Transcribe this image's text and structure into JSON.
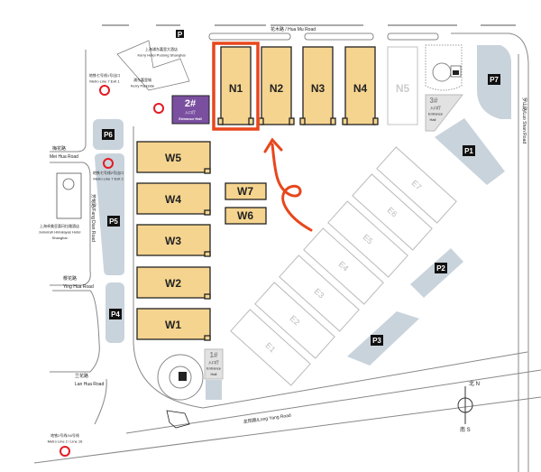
{
  "roads": {
    "hua_mu": "花木路 / Hua Mu Road",
    "mei_hua_cn": "梅花路",
    "mei_hua": "Mei Hua Road",
    "fang_dian": "芳甸路/Fang Dian Road",
    "ying_hua_cn": "樱花路",
    "ying_hua": "Ying Hua Road",
    "lan_hua_cn": "兰花路",
    "lan_hua": "Lan Hua Road",
    "long_yang": "龙阳路/Long Yang Road",
    "luo_shan": "罗山路/Luo Shan Road"
  },
  "landmarks": {
    "kerry_hotel_cn": "上海浦东嘉里大酒店",
    "kerry_hotel": "Kerry Hotel Pudong Shanghai",
    "kerry_parkside_cn": "浦东嘉里城",
    "kerry_parkside": "Kerry Parkside",
    "jumeirah_cn": "上海卓美亚喜玛拉雅酒店",
    "jumeirah": "Jumeirah Himalayas Hotel",
    "jumeirah2": "Shanghai"
  },
  "metro": {
    "exit1_cn": "地铁七号线1号出口",
    "exit1": "Metro Line 7 Exit 1",
    "exit2_cn": "地铁七号线2号出口",
    "exit2": "Metro Line 7 Exit 2",
    "line2_cn": "地铁2号线/16号线",
    "line2": "Metro Line 2 / Line 16"
  },
  "entrances": [
    {
      "num": "1#",
      "cn": "入口厅",
      "en1": "Entrance",
      "en2": "Hall"
    },
    {
      "num": "2#",
      "cn": "入口厅",
      "en1": "Entrance Hall"
    },
    {
      "num": "3#",
      "cn": "入口厅",
      "en1": "Entrance",
      "en2": "Hall"
    }
  ],
  "halls": {
    "west": [
      "W1",
      "W2",
      "W3",
      "W4",
      "W5"
    ],
    "middle": [
      "W6",
      "W7"
    ],
    "north": [
      "N1",
      "N2",
      "N3",
      "N4"
    ],
    "north_inactive": "N5",
    "east": [
      "E1",
      "E2",
      "E3",
      "E4",
      "E5",
      "E6",
      "E7"
    ],
    "highlighted": "N1"
  },
  "parking": [
    "P1",
    "P2",
    "P3",
    "P4",
    "P5",
    "P6",
    "P7"
  ],
  "parking_icon": "P",
  "compass": {
    "north": "北 N",
    "south": "南 S"
  },
  "colors": {
    "hall": "#f5d48f",
    "highlight": "#e8461c",
    "entrance2": "#7b4fa0",
    "parking": "#c9d3dc"
  }
}
